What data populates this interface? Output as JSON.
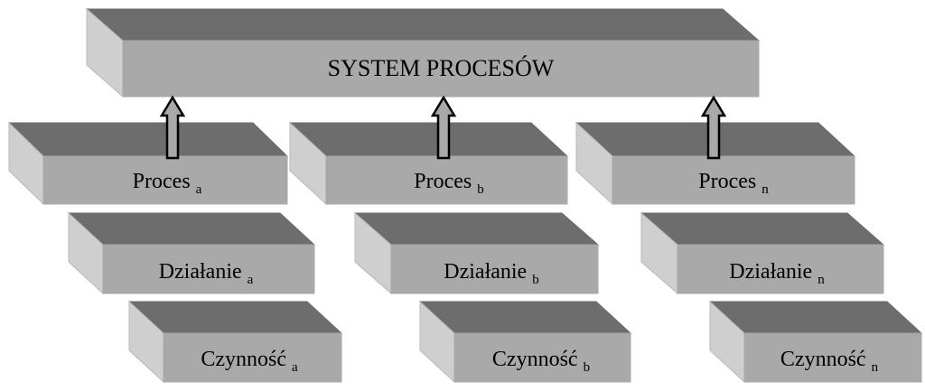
{
  "diagram": {
    "system": {
      "label": "SYSTEM PROCESÓW"
    },
    "columns": [
      {
        "process": {
          "label": "Proces",
          "sub": "a"
        },
        "action": {
          "label": "Działanie",
          "sub": "a"
        },
        "activity": {
          "label": "Czynność",
          "sub": "a"
        }
      },
      {
        "process": {
          "label": "Proces",
          "sub": "b"
        },
        "action": {
          "label": "Działanie",
          "sub": "b"
        },
        "activity": {
          "label": "Czynność",
          "sub": "b"
        }
      },
      {
        "process": {
          "label": "Proces",
          "sub": "n"
        },
        "action": {
          "label": "Działanie",
          "sub": "n"
        },
        "activity": {
          "label": "Czynność",
          "sub": "n"
        }
      }
    ]
  },
  "colors": {
    "top_face": "#6d6d6d",
    "side_face": "#cfcfcf",
    "front_face": "#a9a9a9",
    "arrow_fill": "#a9a9a9",
    "arrow_stroke": "#000000",
    "background": "#ffffff"
  }
}
